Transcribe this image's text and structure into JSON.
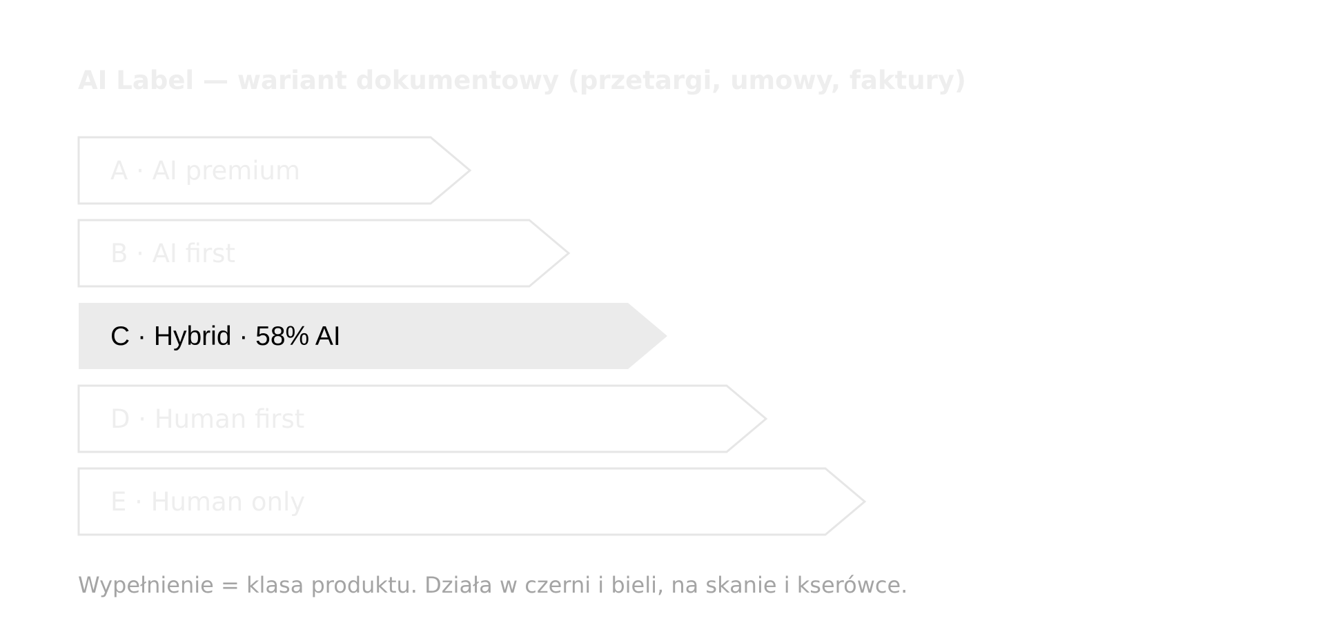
{
  "title": "AI Label — wariant dokumentowy (przetargi, umowy, faktury)",
  "classes": [
    {
      "label": "A · AI premium",
      "active": false
    },
    {
      "label": "B · AI first",
      "active": false
    },
    {
      "label": "C · Hybrid · 58% AI",
      "active": true
    },
    {
      "label": "D · Human first",
      "active": false
    },
    {
      "label": "E · Human only",
      "active": false
    }
  ],
  "footnote": "Wypełnienie = klasa produktu. Działa w czerni i bieli, na skanie i kserówce.",
  "colors": {
    "active_fill": "#ebebeb",
    "outline": "#e6e6e6",
    "active_text": "#000000",
    "inactive_text": "#eeeeee",
    "footnote_text": "#a4a4a4"
  }
}
